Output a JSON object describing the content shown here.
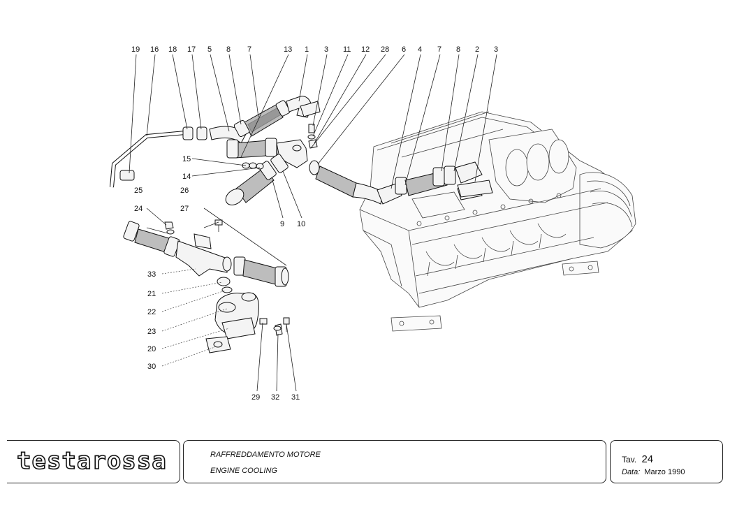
{
  "callouts_top": [
    "19",
    "16",
    "18",
    "17",
    "5",
    "8",
    "7",
    "13",
    "1",
    "3",
    "11",
    "12",
    "28",
    "6",
    "4",
    "7",
    "8",
    "2",
    "3"
  ],
  "callouts_mid": [
    "15",
    "14",
    "9",
    "10"
  ],
  "callouts_left": [
    "25",
    "26",
    "24",
    "27",
    "33",
    "21",
    "22",
    "23",
    "20",
    "30"
  ],
  "callouts_bottom": [
    "29",
    "32",
    "31"
  ],
  "title_block": {
    "logo": "testarossa",
    "title_it": "RAFFREDDAMENTO MOTORE",
    "title_en": "ENGINE COOLING",
    "tav_label": "Tav.",
    "tav_number": "24",
    "date_label": "Data:",
    "date_value": "Marzo 1990"
  }
}
